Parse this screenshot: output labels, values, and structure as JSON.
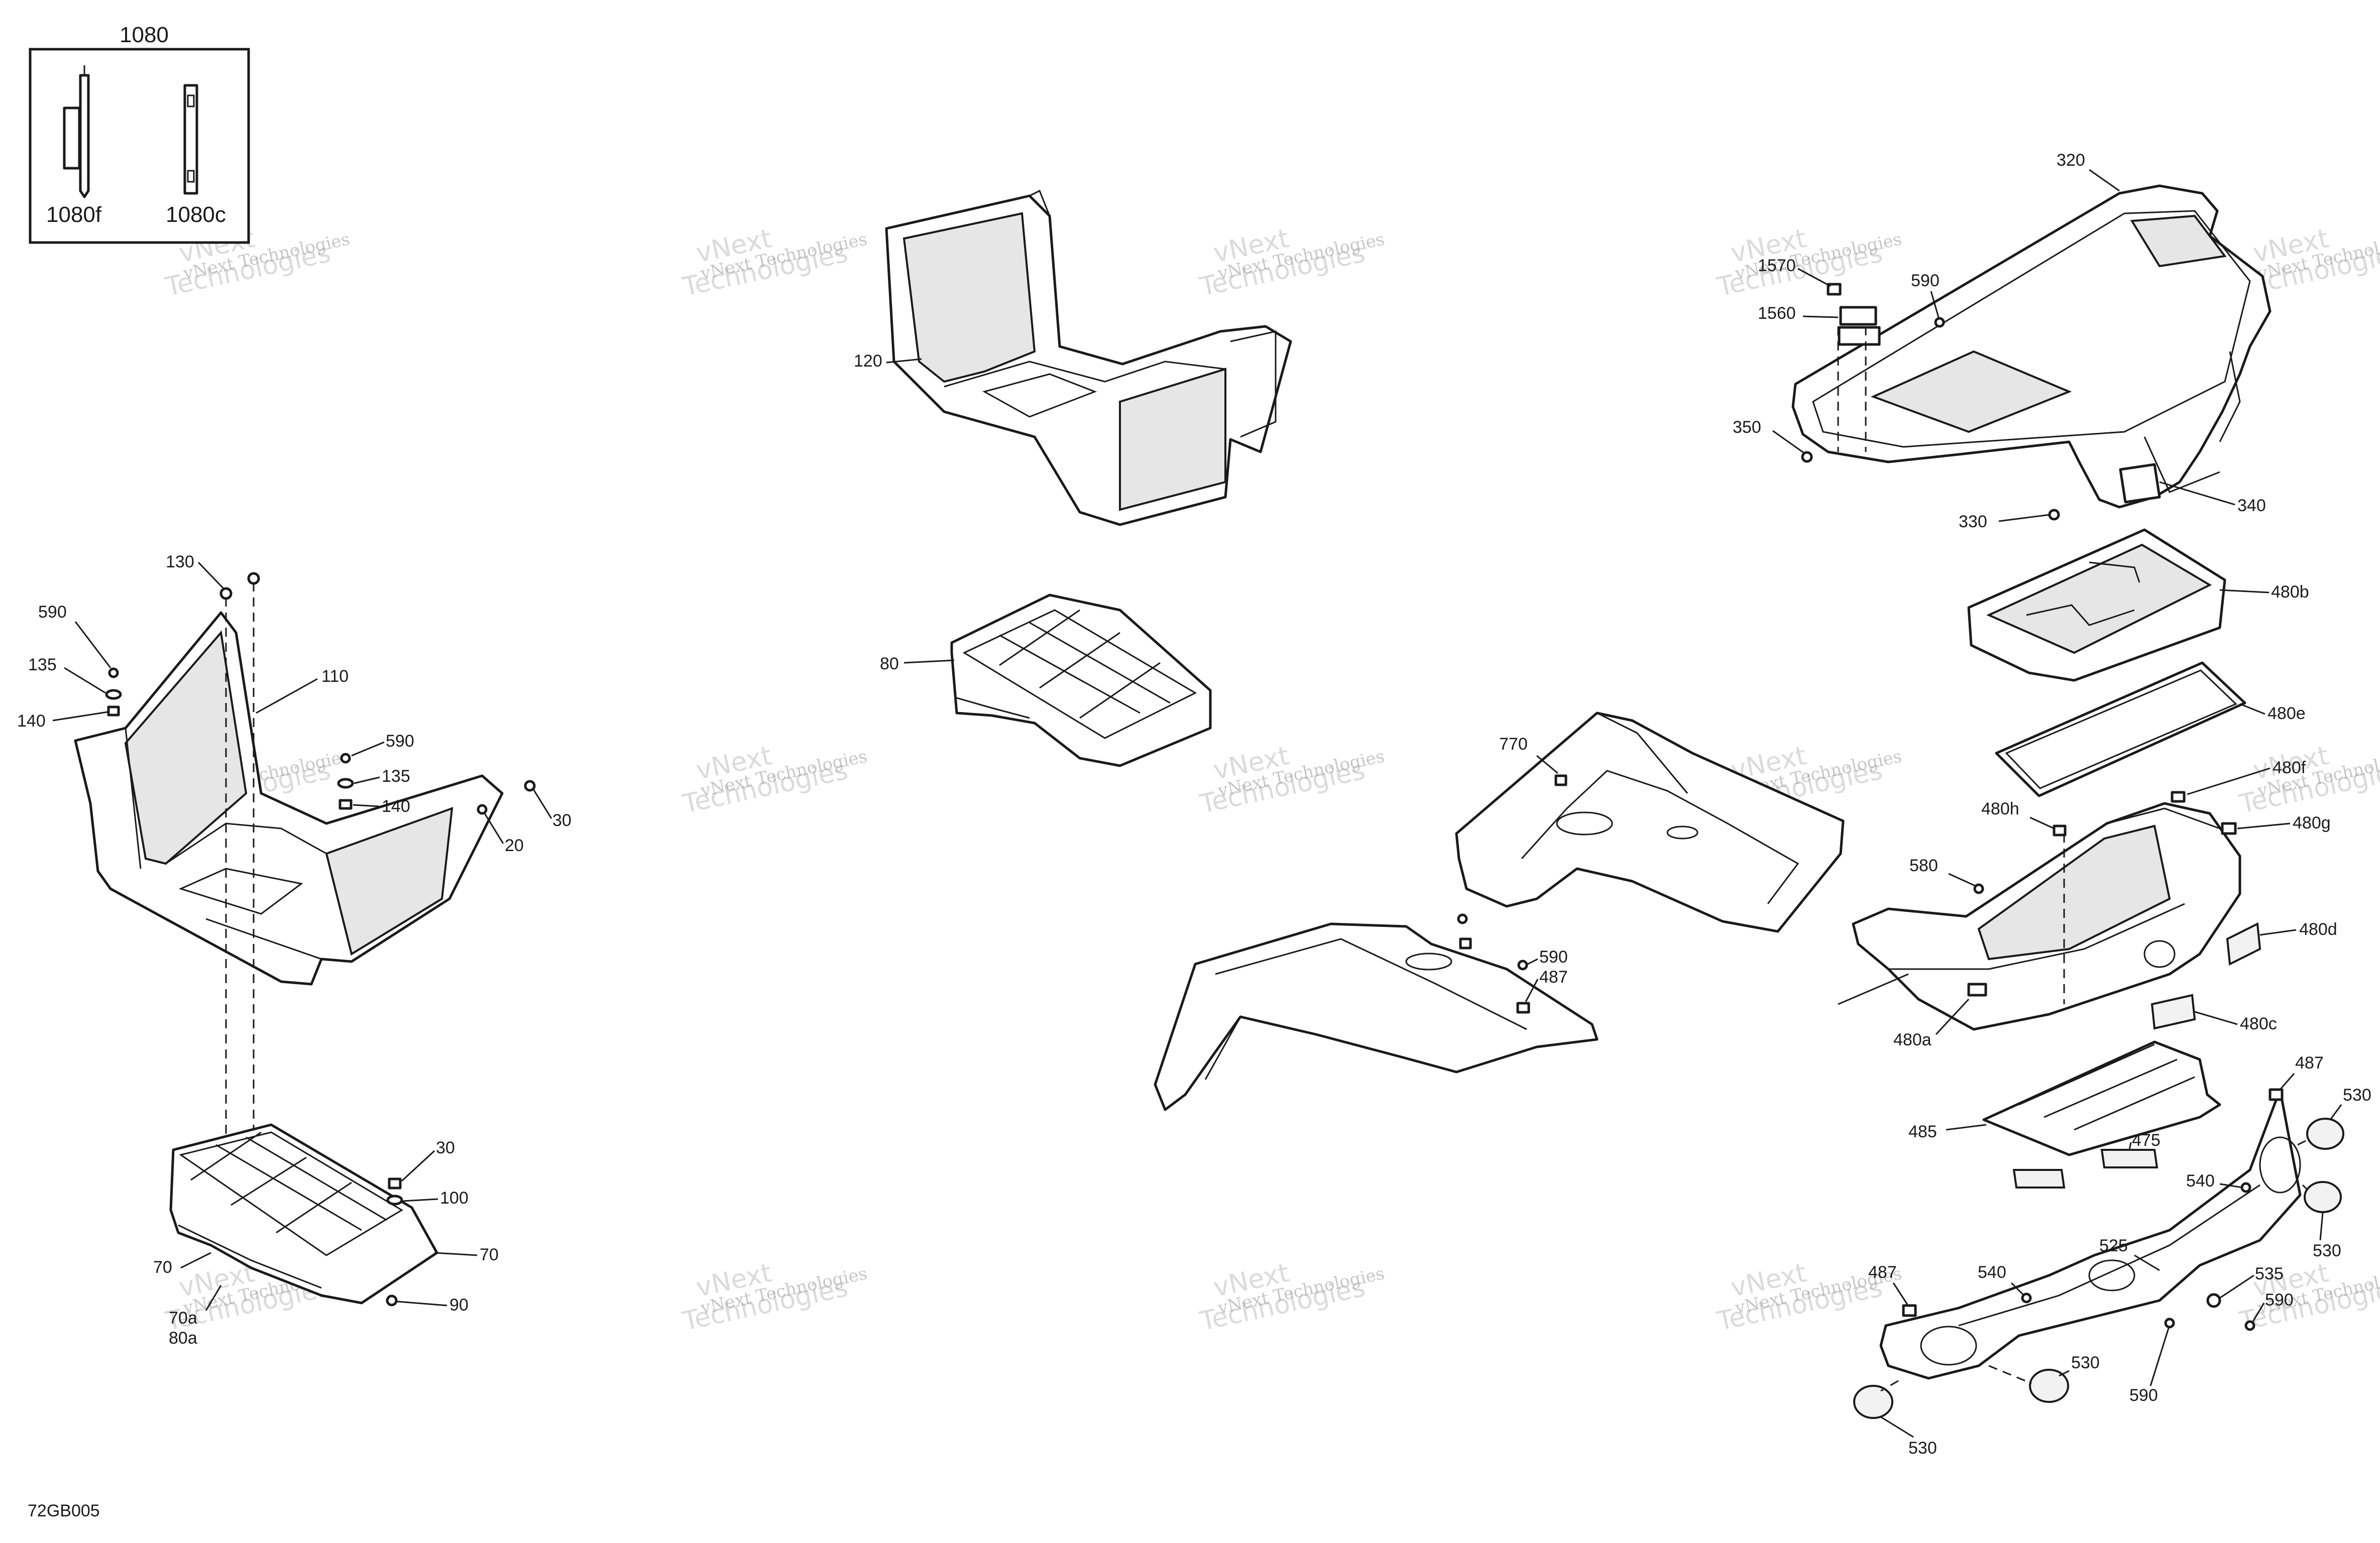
{
  "diagram_code": "72GB005",
  "kit": {
    "label": "1080",
    "items": [
      "1080f",
      "1080c"
    ]
  },
  "watermark": {
    "line1": "vNext",
    "line2": "Technologies",
    "line3": "vNext Technologies"
  },
  "labels": {
    "c120": "120",
    "c80": "80",
    "l130": "130",
    "l590a": "590",
    "l135a": "135",
    "l140a": "140",
    "l110": "110",
    "l590b": "590",
    "l135b": "135",
    "l140b": "140",
    "l30a": "30",
    "l20": "20",
    "l30b": "30",
    "l100": "100",
    "l70a": "70",
    "l70b": "70",
    "l90": "90",
    "l70c": "70a",
    "l80a": "80a",
    "m770": "770",
    "m590": "590",
    "m487": "487",
    "r320": "320",
    "r1570": "1570",
    "r1560": "1560",
    "r590a": "590",
    "r350": "350",
    "r330": "330",
    "r340": "340",
    "r480b": "480b",
    "r480e": "480e",
    "r480f": "480f",
    "r480h": "480h",
    "r480g": "480g",
    "r580": "580",
    "r480d": "480d",
    "r480c": "480c",
    "r480a": "480a",
    "r485": "485",
    "r475": "475",
    "r487a": "487",
    "r530a": "530",
    "r540a": "540",
    "r530b": "530",
    "r535": "535",
    "r590b": "590",
    "r525": "525",
    "r540b": "540",
    "r487b": "487",
    "r530c": "530",
    "r590c": "590",
    "r530d": "530"
  }
}
